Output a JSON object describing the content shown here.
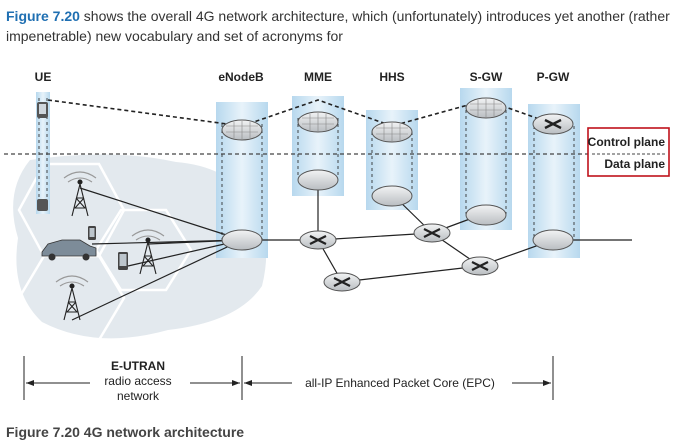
{
  "intro": {
    "figure_ref": "Figure 7.20",
    "text": " shows the overall 4G network architecture, which (unfortunately) introduces yet another (rather impenetrable) new vocabulary and set of acronyms for"
  },
  "labels": {
    "ue": "UE",
    "enodeb": "eNodeB",
    "mme": "MME",
    "hhs": "HHS",
    "sgw": "S-GW",
    "pgw": "P-GW"
  },
  "legend": {
    "control": "Control plane",
    "data": "Data plane",
    "border_color": "#c0121b"
  },
  "bottom": {
    "eutran_title": "E-UTRAN",
    "eutran_line2": "radio access",
    "eutran_line3": "network",
    "epc": "all-IP Enhanced Packet Core (EPC)"
  },
  "caption": "Figure 7.20 4G network architecture",
  "colors": {
    "link": "#1f6fb2",
    "column": "#cfe6f4",
    "radio_area": "#e3e9ee",
    "router": "#d4d7da"
  },
  "icons": [
    "radio-tower-icon",
    "car-icon",
    "phone-icon",
    "router-icon"
  ]
}
